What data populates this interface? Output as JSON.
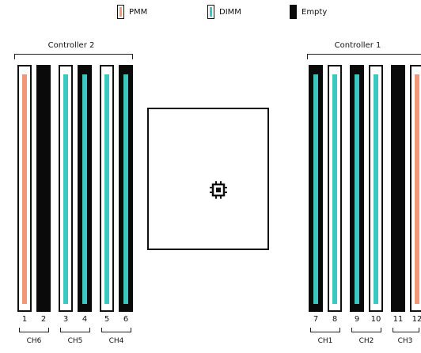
{
  "legend": [
    {
      "label": "PMM",
      "color": "#f0997a",
      "icon": "pmm-swatch"
    },
    {
      "label": "DIMM",
      "color": "#3cc8c0",
      "icon": "dimm-swatch"
    },
    {
      "label": "Empty",
      "color": "#0a0a0a",
      "icon": "empty-swatch"
    }
  ],
  "controllers": [
    {
      "label": "Controller 2"
    },
    {
      "label": "Controller 1"
    }
  ],
  "slots": [
    {
      "number": "1",
      "type": "PMM"
    },
    {
      "number": "2",
      "type": "Empty"
    },
    {
      "number": "3",
      "type": "DIMM"
    },
    {
      "number": "4",
      "type": "DIMM"
    },
    {
      "number": "5",
      "type": "DIMM"
    },
    {
      "number": "6",
      "type": "DIMM"
    },
    {
      "number": "7",
      "type": "DIMM"
    },
    {
      "number": "8",
      "type": "DIMM"
    },
    {
      "number": "9",
      "type": "DIMM"
    },
    {
      "number": "10",
      "type": "DIMM"
    },
    {
      "number": "11",
      "type": "Empty"
    },
    {
      "number": "12",
      "type": "PMM"
    }
  ],
  "channels": [
    "CH6",
    "CH5",
    "CH4",
    "CH1",
    "CH2",
    "CH3"
  ],
  "cpu": {
    "icon": "cpu-chip-icon"
  }
}
